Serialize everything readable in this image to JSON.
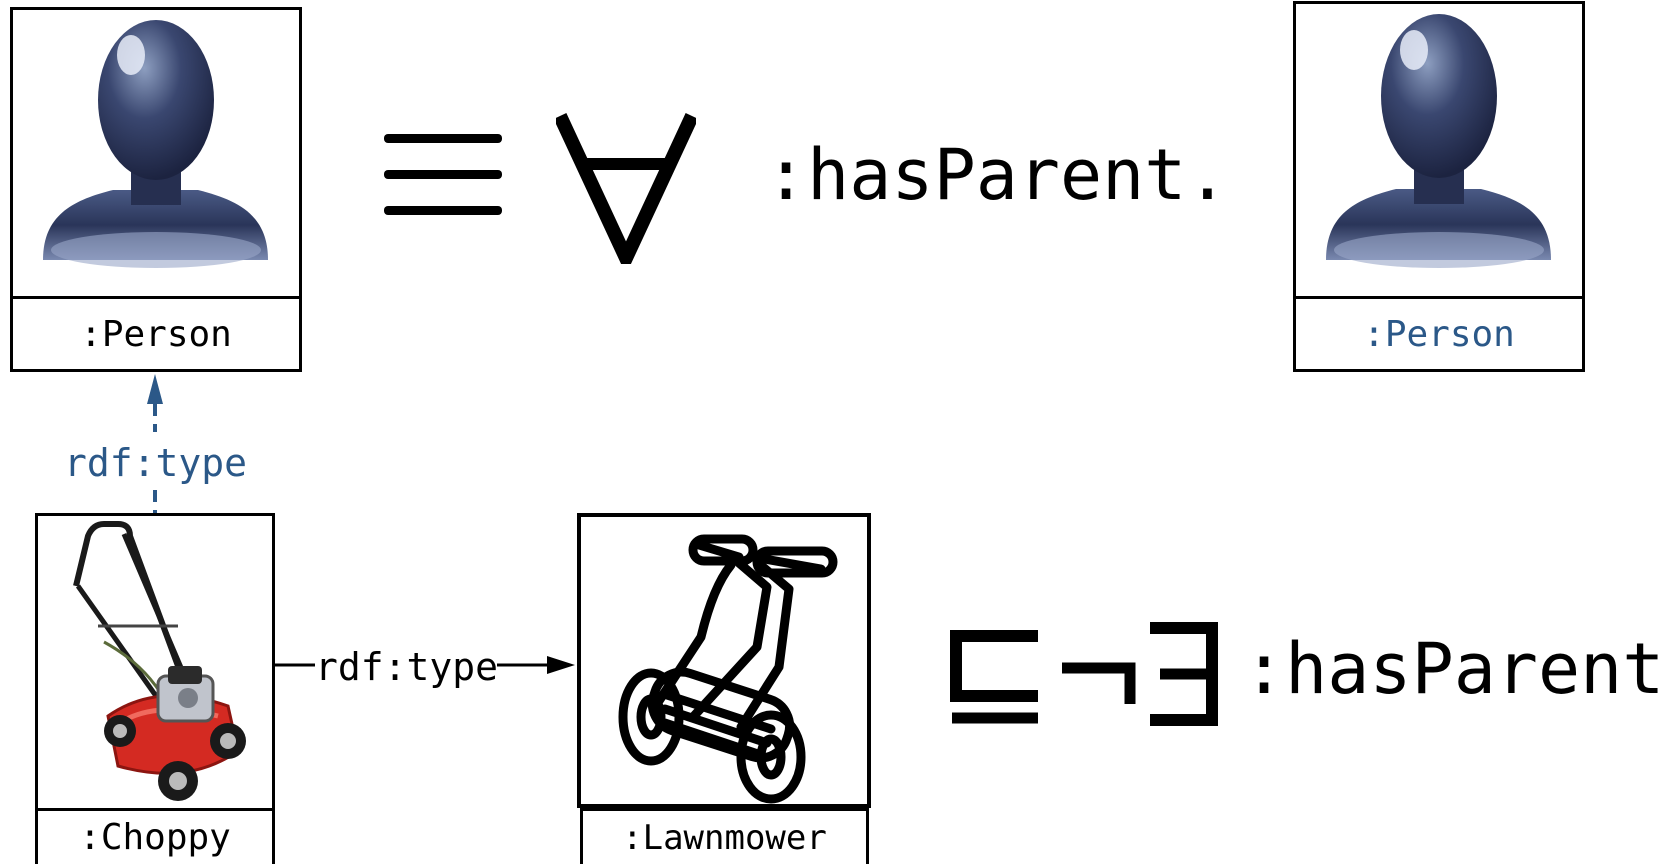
{
  "axiom1": {
    "equiv_symbol": "≡",
    "forall_symbol": "∀",
    "property_text": ":hasParent.",
    "left_class": {
      "label": ":Person",
      "icon": "person-silhouette-icon"
    },
    "right_class": {
      "label": ":Person",
      "icon": "person-silhouette-icon",
      "label_color": "#2b5888"
    }
  },
  "axiom2": {
    "subclass_symbol": "⊑",
    "negation_symbol": "¬",
    "exists_symbol": "∃",
    "property_text": ":hasParent"
  },
  "individual": {
    "label": ":Choppy",
    "icon": "lawnmower-photo"
  },
  "class_lawnmower": {
    "label": ":Lawnmower",
    "icon": "lawnmower-icon"
  },
  "edges": {
    "inferred_type": {
      "label": "rdf:type",
      "color": "#2b5888",
      "style": "dashed"
    },
    "asserted_type": {
      "label": "rdf:type",
      "color": "#000000",
      "style": "solid"
    }
  }
}
